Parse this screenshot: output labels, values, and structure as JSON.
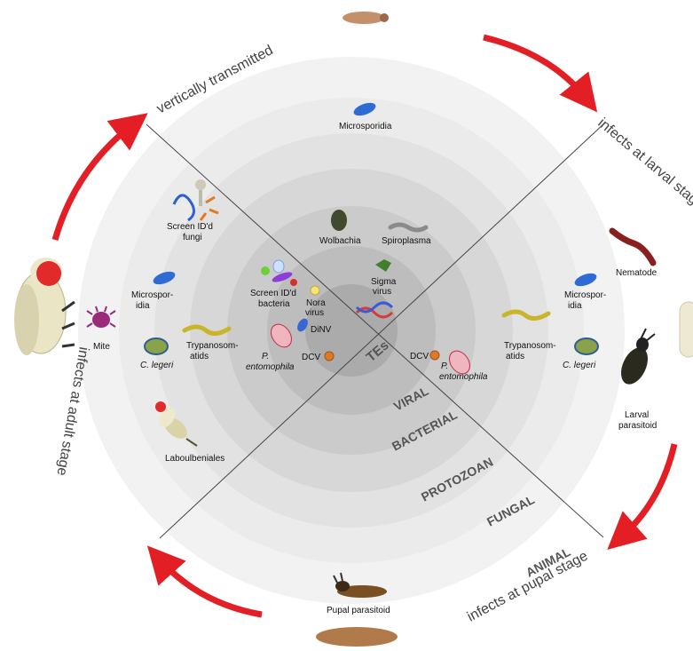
{
  "quadrant_labels": {
    "top": "vertically transmitted",
    "right": "infects at larval stage",
    "bottom": "infects at pupal stage",
    "left": "infects at adult stage"
  },
  "rings": {
    "center": "TEs",
    "viral": "VIRAL",
    "bacterial": "BACTERIAL",
    "protozoan": "PROTOZOAN",
    "fungal": "FUNGAL",
    "animal": "ANIMAL"
  },
  "organisms": {
    "microsporidia_top": "Microsporidia",
    "wolbachia": "Wolbachia",
    "spiroplasma": "Spiroplasma",
    "sigma_1": "Sigma",
    "sigma_2": "virus",
    "screen_fungi_1": "Screen ID'd",
    "screen_fungi_2": "fungi",
    "screen_bacteria_1": "Screen ID'd",
    "screen_bacteria_2": "bacteria",
    "nora_1": "Nora",
    "nora_2": "virus",
    "dinv": "DiNV",
    "dcv_left": "DCV",
    "dcv_right": "DCV",
    "pent_left_1": "P.",
    "pent_left_2": "entomophila",
    "pent_right_1": "P.",
    "pent_right_2": "entomophila",
    "micro_left_1": "Microspor-",
    "micro_left_2": "idia",
    "micro_right_1": "Microspor-",
    "micro_right_2": "idia",
    "tryp_left_1": "Trypanosom-",
    "tryp_left_2": "atids",
    "tryp_right_1": "Trypanosom-",
    "tryp_right_2": "atids",
    "clegeri_left": "C. legeri",
    "clegeri_right": "C. legeri",
    "mite": "Mite",
    "nematode": "Nematode",
    "laboulbeniales": "Laboulbeniales",
    "larval_1": "Larval",
    "larval_2": "parasitoid",
    "pupal": "Pupal parasitoid"
  },
  "colors": {
    "arrow": "#e31e24",
    "ring_outer": "#f2f2f2",
    "ring_animal": "#ebebeb",
    "ring_fungal": "#e2e2e2",
    "ring_protozoan": "#d7d7d7",
    "ring_bacterial": "#cbcbcb",
    "ring_viral": "#bdbdbd",
    "ring_center": "#ababab"
  }
}
